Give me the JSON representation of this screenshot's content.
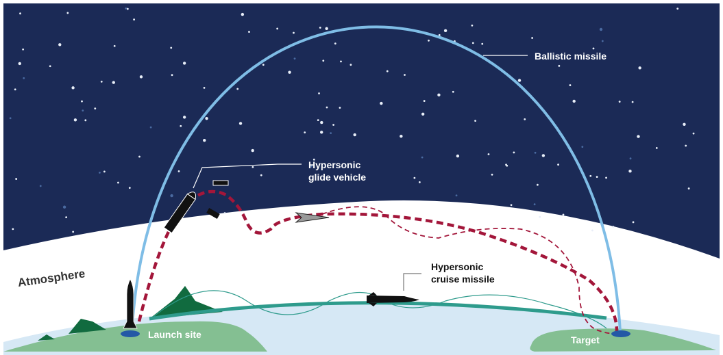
{
  "labels": {
    "ballistic": "Ballistic missile",
    "glide_line1": "Hypersonic",
    "glide_line2": "glide vehicle",
    "cruise_line1": "Hypersonic",
    "cruise_line2": "cruise missile",
    "atmosphere": "Atmosphere",
    "launch_site": "Launch site",
    "target": "Target"
  },
  "colors": {
    "space": "#1b2a56",
    "ballistic_path": "#7fbde6",
    "glide_path": "#a3163a",
    "cruise_path": "#2e9b8c",
    "land": "#84bf92",
    "mountain": "#116b3f",
    "ocean": "#d6e8f5"
  }
}
